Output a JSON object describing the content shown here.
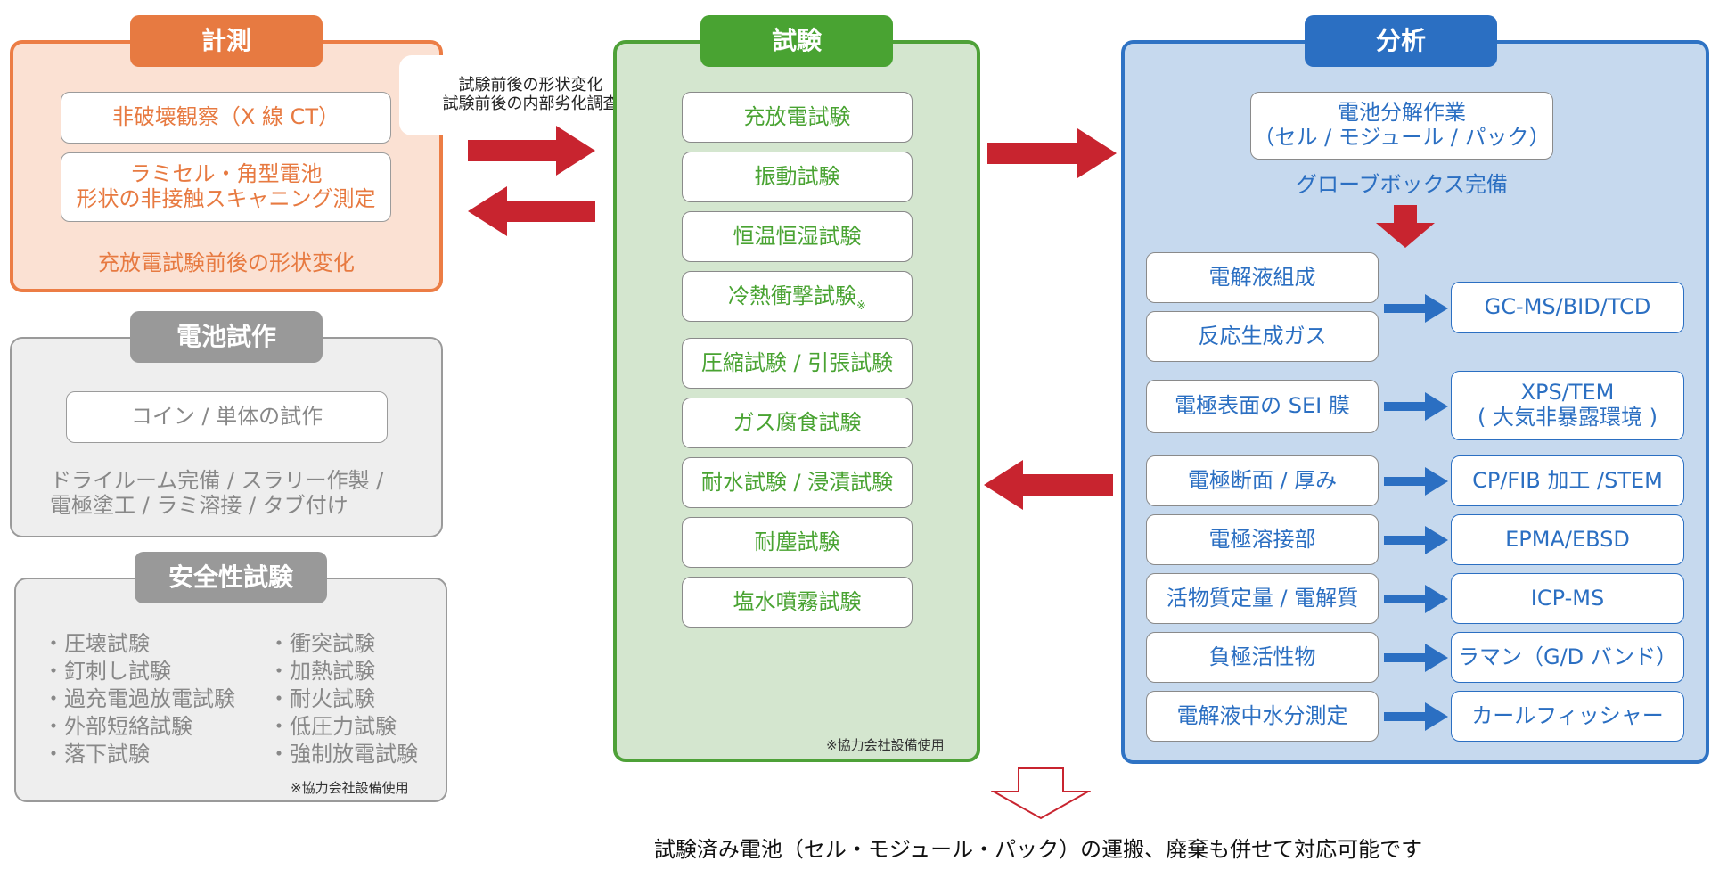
{
  "measurement": {
    "title": "計測",
    "box1": "非破壊観察（X 線 CT）",
    "box2_line1": "ラミセル・角型電池",
    "box2_line2": "形状の非接触スキャニング測定",
    "footer": "充放電試験前後の形状変化"
  },
  "callout": {
    "line1": "試験前後の形状変化",
    "line2": "試験前後の内部劣化調査"
  },
  "prototype": {
    "title": "電池試作",
    "box": "コイン / 単体の試作",
    "text_line1": "ドライルーム完備 / スラリー作製 /",
    "text_line2": "電極塗工 / ラミ溶接 / タブ付け"
  },
  "safety": {
    "title": "安全性試験",
    "left_items": [
      "・圧壊試験",
      "・釘刺し試験",
      "・過充電過放電試験",
      "・外部短絡試験",
      "・落下試験"
    ],
    "right_items": [
      "・衝突試験",
      "・加熱試験",
      "・耐火試験",
      "・低圧力試験",
      "・強制放電試験"
    ],
    "note": "※協力会社設備使用"
  },
  "test": {
    "title": "試験",
    "items": [
      "充放電試験",
      "振動試験",
      "恒温恒湿試験",
      "冷熱衝撃試験",
      "圧縮試験 / 引張試験",
      "ガス腐食試験",
      "耐水試験 / 浸漬試験",
      "耐塵試験",
      "塩水噴霧試験"
    ],
    "mark": "※",
    "note": "※協力会社設備使用"
  },
  "analysis": {
    "title": "分析",
    "top_line1": "電池分解作業",
    "top_line2": "（セル / モジュール / パック）",
    "glovebox": "グローブボックス完備",
    "items": [
      {
        "left": "電解液組成"
      },
      {
        "left": "反応生成ガス"
      },
      {
        "left": "電極表面の SEI 膜"
      },
      {
        "left": "電極断面 / 厚み"
      },
      {
        "left": "電極溶接部"
      },
      {
        "left": "活物質定量 / 電解質"
      },
      {
        "left": "負極活性物"
      },
      {
        "left": "電解液中水分測定"
      }
    ],
    "results": [
      "GC-MS/BID/TCD",
      "XPS/TEM",
      "( 大気非暴露環境 )",
      "CP/FIB 加工 /STEM",
      "EPMA/EBSD",
      "ICP-MS",
      "ラマン（G/D バンド）",
      "カールフィッシャー"
    ]
  },
  "footer": {
    "text": "試験済み電池（セル・モジュール・パック）の運搬、廃棄も併せて対応可能です"
  },
  "colors": {
    "measurement": "#e77a41",
    "test": "#49a332",
    "analysis": "#2b6fc2",
    "gray": "#999999",
    "arrow_red": "#c8242f"
  }
}
